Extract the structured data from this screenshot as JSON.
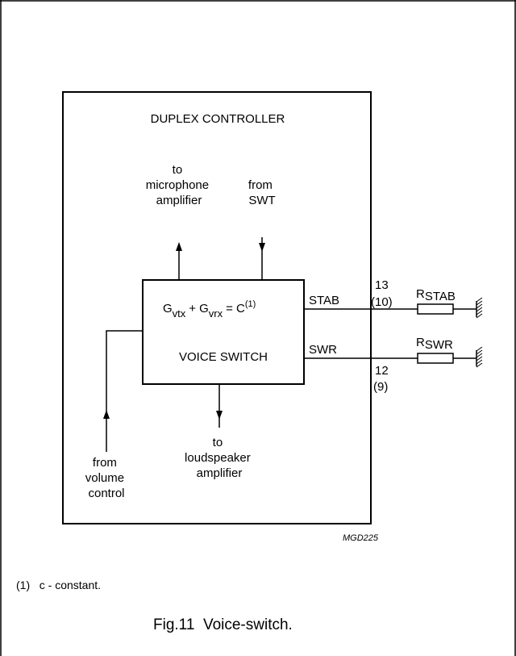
{
  "diagram": {
    "controller_title": "DUPLEX CONTROLLER",
    "voice_switch_label": "VOICE SWITCH",
    "equation": {
      "g": "G",
      "vtx_sub": "vtx",
      "plus": "+",
      "vrx_sub": "vrx",
      "equals_c": "= C",
      "sup": "(1)"
    },
    "to_mic": [
      "to",
      "microphone",
      "amplifier"
    ],
    "from_swt": [
      "from",
      "SWT"
    ],
    "from_volume": [
      "from",
      "volume",
      "control"
    ],
    "to_loudspeaker": [
      "to",
      "loudspeaker",
      "amplifier"
    ],
    "stab_label": "STAB",
    "swr_label": "SWR",
    "pin_stab": [
      "13",
      "(10)"
    ],
    "pin_swr": [
      "12",
      "(9)"
    ],
    "r_stab": {
      "r": "R",
      "sub": "STAB"
    },
    "r_swr": {
      "r": "R",
      "sub": "SWR"
    },
    "figure_code": "MGD225"
  },
  "footnote": "(1)   c - constant.",
  "caption": "Fig.11  Voice-switch."
}
